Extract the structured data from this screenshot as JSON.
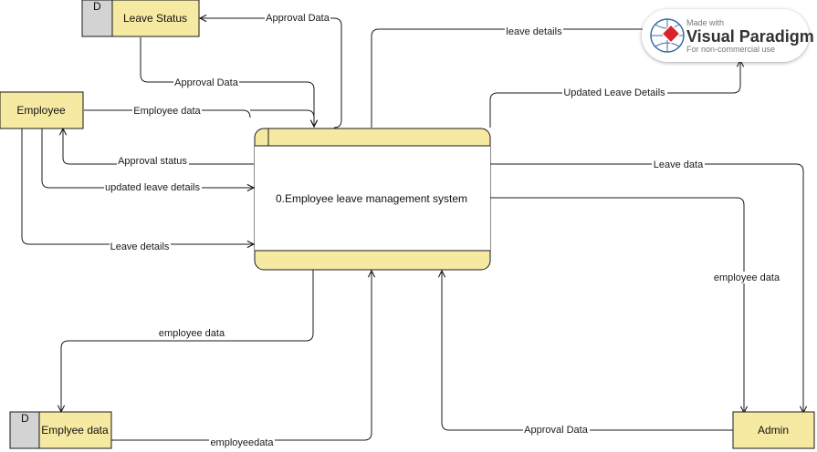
{
  "colors": {
    "node_fill": "#f6e9a2",
    "store_id_fill": "#d3d3d3",
    "stroke": "#1a1a1a"
  },
  "process": {
    "title": "0.Employee leave management system"
  },
  "entities": {
    "employee": "Employee",
    "admin": "Admin"
  },
  "stores": {
    "leave_status": {
      "id": "D",
      "name": "Leave Status"
    },
    "employee_data": {
      "id": "D",
      "name": "Emplyee data"
    }
  },
  "flows": {
    "approval_data_top": "Approval Data",
    "approval_data_store": "Approval Data",
    "employee_data_in": "Employee data",
    "approval_status": "Approval status",
    "updated_leave_details": "updated leave details",
    "leave_details": "Leave details",
    "leave_details_to_watermark": "leave details",
    "updated_leave_details_to_watermark": "Updated Leave Details",
    "leave_data": "Leave data",
    "employee_data_admin": "employee data",
    "employee_data_store": "employee data",
    "employeedata_return": "employeedata",
    "approval_data_admin": "Approval Data"
  },
  "watermark": {
    "line1": "Made with",
    "line2": "Visual Paradigm",
    "line3": "For non-commercial use",
    "icon": "visual-paradigm-logo-icon"
  }
}
